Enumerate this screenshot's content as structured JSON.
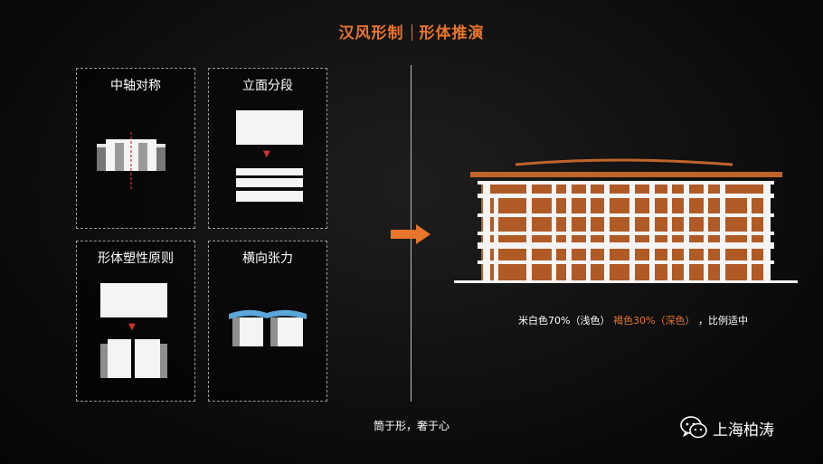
{
  "header": {
    "title_left": "汉风形制",
    "title_right": "形体推演"
  },
  "cards": [
    {
      "title": "中轴对称"
    },
    {
      "title": "立面分段"
    },
    {
      "title": "形体塑性原则"
    },
    {
      "title": "横向张力"
    }
  ],
  "caption": {
    "part1": "米白色70%（浅色）",
    "part2": "褐色30%（深色）",
    "part3": "，比例适中"
  },
  "footer": {
    "slogan": "筒于形，奢于心",
    "brand": "上海柏涛"
  },
  "colors": {
    "accent": "#e8752b",
    "brown": "#c0642a",
    "white": "#f4f4f4"
  }
}
